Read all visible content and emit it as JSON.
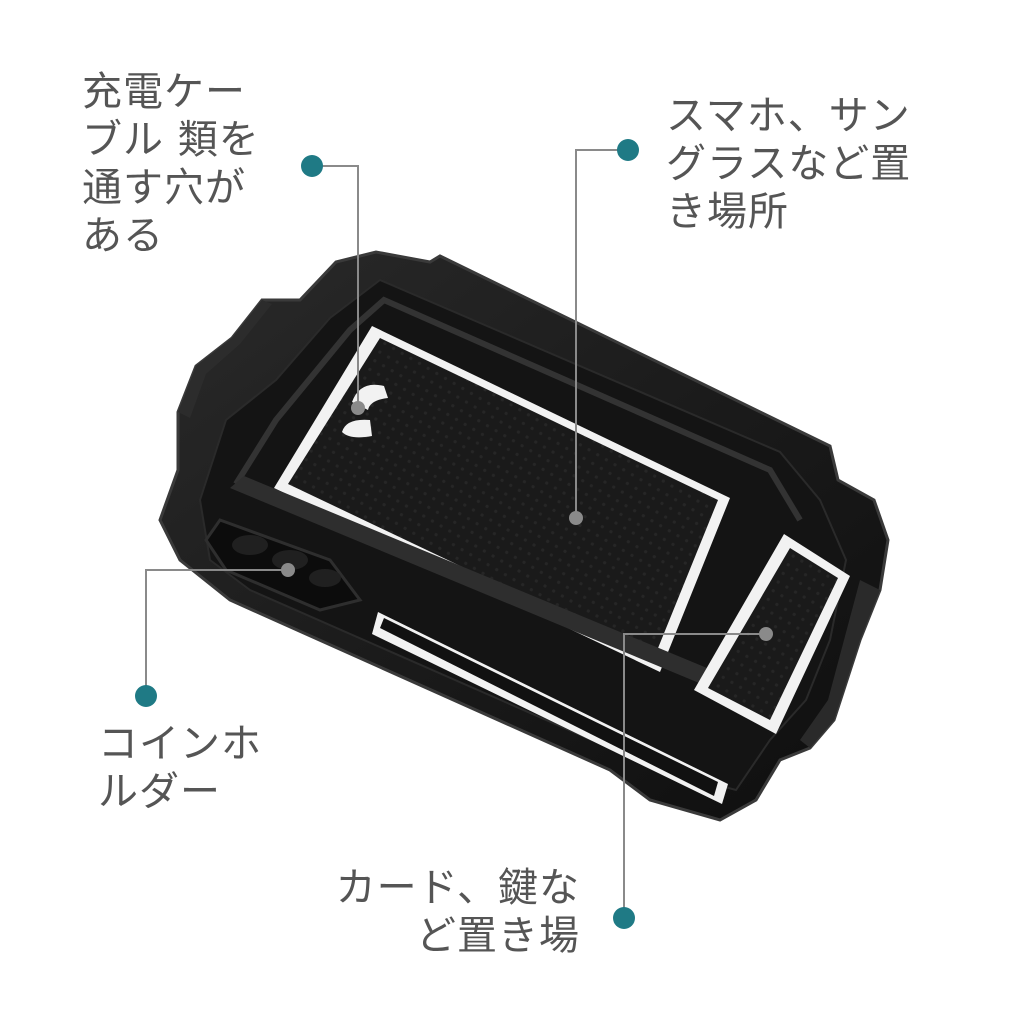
{
  "labels": {
    "cable": {
      "lines": [
        "充電ケー",
        "ブル 類を",
        "通す穴が",
        "ある"
      ]
    },
    "phone": {
      "lines": [
        "スマホ、サン",
        "グラスなど置",
        "き場所"
      ]
    },
    "coin": {
      "lines": [
        "コインホ",
        "ルダー"
      ]
    },
    "card": {
      "lines": [
        "カード、鍵な",
        "ど置き場"
      ]
    }
  },
  "colors": {
    "accent_dot": "#1f7a85",
    "leader_line": "#8a8a8a",
    "label_text": "#555555",
    "tray_body": "#1b1b1b",
    "tray_inner": "#111111",
    "tray_edge": "#3a3a3a",
    "insert_border": "#f2f2f2",
    "background": "#ffffff"
  }
}
